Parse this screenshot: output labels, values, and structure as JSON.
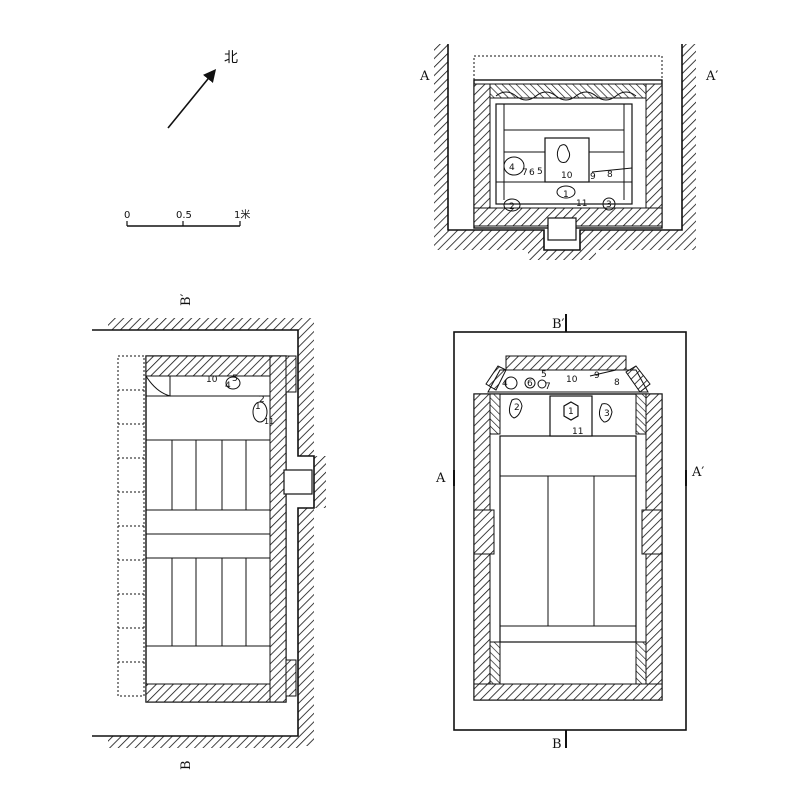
{
  "compass": {
    "north_label": "北"
  },
  "scale_bar": {
    "ticks": [
      "0",
      "0.5",
      "1米"
    ]
  },
  "section_labels": {
    "a": "A",
    "a_prime": "A′",
    "b": "B",
    "b_prime": "B′"
  },
  "section_aa": {
    "items": [
      "4",
      "7",
      "6",
      "5",
      "10",
      "9",
      "8",
      "2",
      "1",
      "11",
      "3"
    ]
  },
  "section_bb": {
    "items": [
      "10",
      "4",
      "5",
      "1",
      "2",
      "11"
    ]
  },
  "plan": {
    "items": [
      "4",
      "6",
      "5",
      "10",
      "9",
      "8",
      "7",
      "2",
      "1",
      "3",
      "11"
    ]
  },
  "colors": {
    "ink": "#111111",
    "paper": "#ffffff"
  }
}
